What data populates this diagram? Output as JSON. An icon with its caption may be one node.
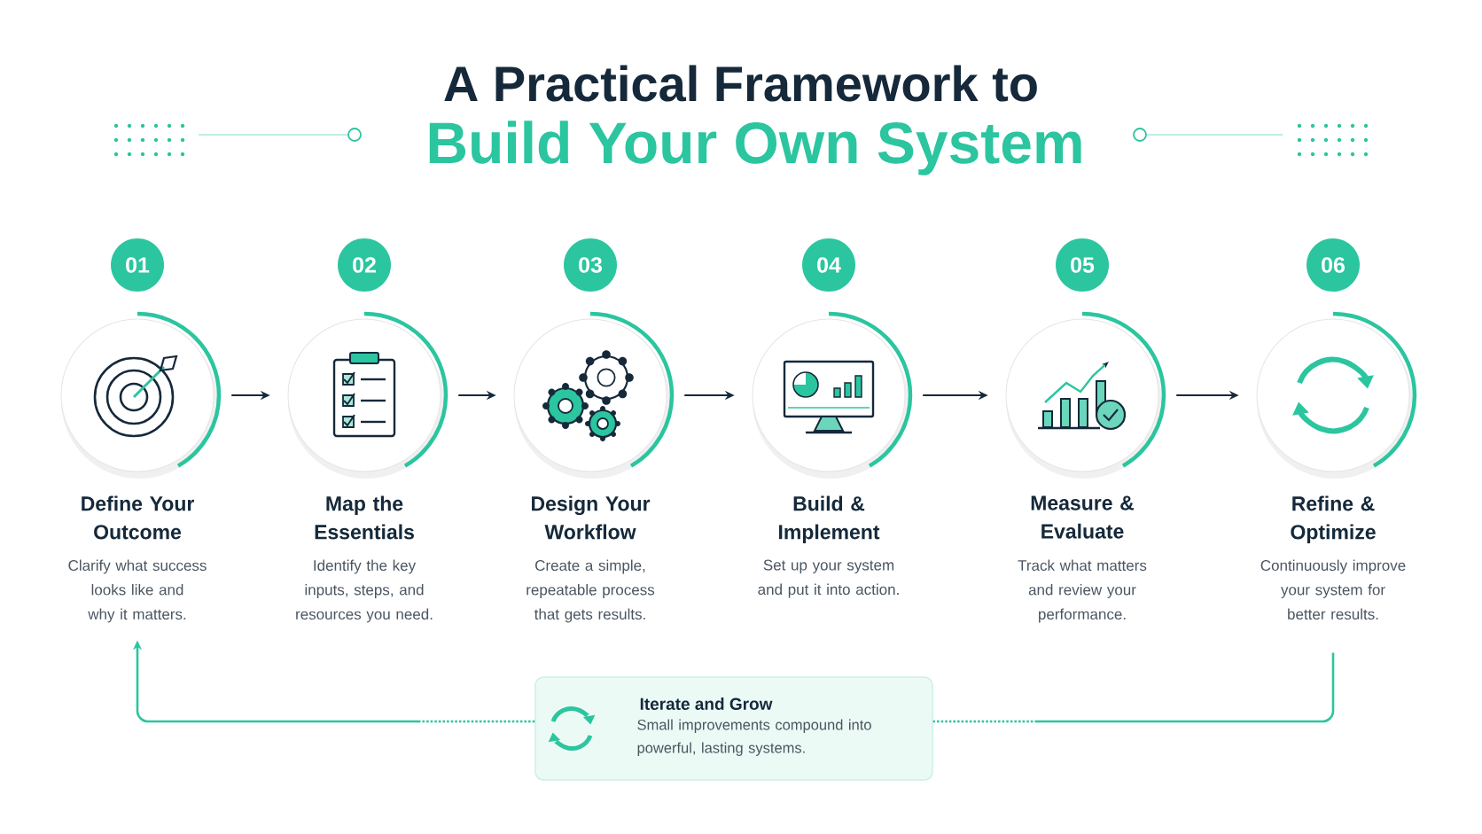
{
  "diagram": {
    "title": "A Practical Framework to",
    "nodes": [
      {
        "text": [
          "01"
        ]
      },
      {
        "text": [
          "02"
        ]
      },
      {
        "text": [
          "03"
        ]
      },
      {
        "text": [
          "04"
        ]
      },
      {
        "text": [
          "05"
        ]
      },
      {
        "text": [
          "06"
        ]
      },
      {
        "text": [
          "Define Your Outcome",
          "Clarify what success looks like and why it matters."
        ]
      },
      {
        "text": [
          "Map the Essentials",
          "Identify the key inputs, steps, and resources you need."
        ]
      },
      {
        "text": [
          "Design Your Workflow",
          "Create a simple, repeatable process that gets results."
        ]
      },
      {
        "text": [
          "Build & Implement",
          "Set up your system and put it into action."
        ]
      },
      {
        "text": [
          "Measure & Evaluate",
          "Track what matters and review your performance."
        ]
      },
      {
        "text": [
          "Refine & Optimize",
          "Continuously improve your system for better results."
        ]
      },
      {
        "text": [
          "Iterate and Grow",
          "Small improvements compound into powerful, lasting systems."
        ]
      }
    ],
    "edges": [
      {
        "from": 6,
        "to": 7,
        "arrow": "to"
      },
      {
        "from": 7,
        "to": 8,
        "arrow": "to"
      },
      {
        "from": 8,
        "to": 9,
        "arrow": "to"
      },
      {
        "from": 9,
        "to": 10,
        "arrow": "to"
      },
      {
        "from": 10,
        "to": 11,
        "arrow": "to"
      },
      {
        "from": 11,
        "to": 12,
        "arrow": "none",
        "color": "#2bc59f"
      },
      {
        "from": 12,
        "to": 6,
        "arrow": "to",
        "color": "#2bc59f"
      }
    ],
    "labels": [
      "Build Your Own System"
    ]
  }
}
